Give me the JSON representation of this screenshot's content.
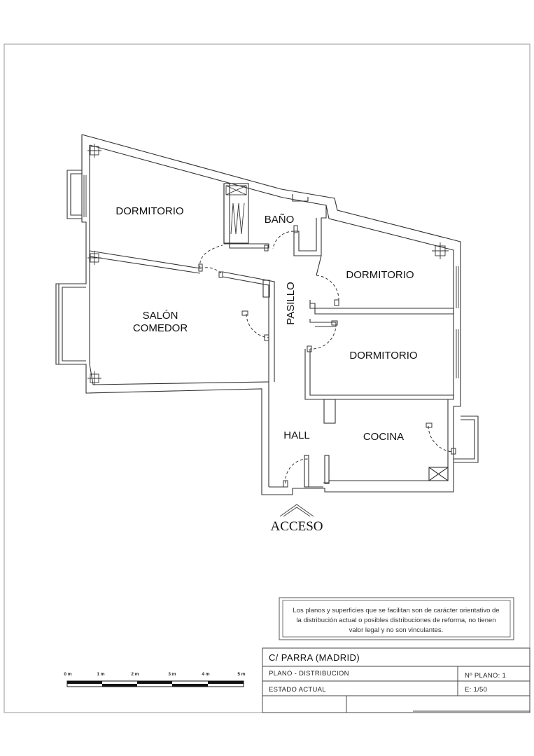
{
  "rooms": {
    "dormitorio_1": "DORMITORIO",
    "bano": "BAÑO",
    "dormitorio_2": "DORMITORIO",
    "salon_line1": "SALÓN",
    "salon_line2": "COMEDOR",
    "pasillo": "PASILLO",
    "dormitorio_3": "DORMITORIO",
    "hall": "HALL",
    "cocina": "COCINA"
  },
  "acceso": "ACCESO",
  "disclaimer": {
    "line1": "Los planos y superficies que se facilitan son de carácter orientativo de",
    "line2": "la distribución actual o posibles distribuciones de reforma, no tienen",
    "line3": "valor legal y no son vinculantes."
  },
  "title_block": {
    "address": "C/  PARRA  (MADRID)",
    "plan_type": "PLANO   -  DISTRIBUCION",
    "plan_number": "Nº PLANO:  1",
    "state": "ESTADO  ACTUAL",
    "scale": "E: 1/50"
  },
  "scale_bar": {
    "labels": [
      "0 m",
      "1 m",
      "2 m",
      "3 m",
      "4 m",
      "5 m"
    ]
  }
}
